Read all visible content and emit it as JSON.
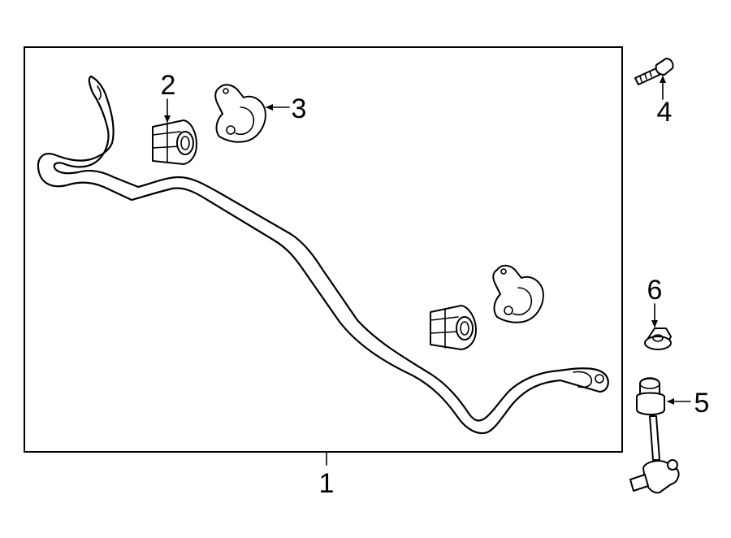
{
  "diagram": {
    "callouts": {
      "c1": "1",
      "c2": "2",
      "c3": "3",
      "c4": "4",
      "c5": "5",
      "c6": "6"
    }
  }
}
